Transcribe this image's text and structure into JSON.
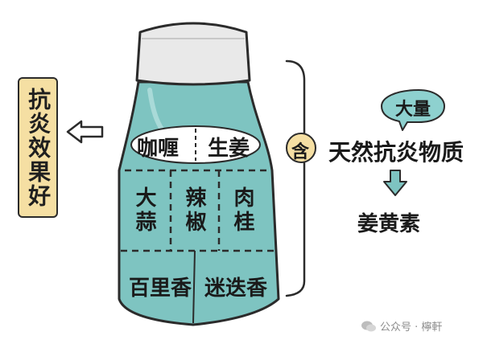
{
  "side_label": {
    "text": "抗炎效果好"
  },
  "bottle": {
    "top_left": "咖喱",
    "top_right": "生姜",
    "middle": [
      "大蒜",
      "辣椒",
      "肉桂"
    ],
    "bottom_left": "百里香",
    "bottom_right": "迷迭香"
  },
  "badge": "含",
  "bubble": "大量",
  "compound": "天然抗炎物质",
  "result": "姜黄素",
  "watermark": "公众号 · 檸軒",
  "colors": {
    "teal": "#7ec4c1",
    "teal_dark": "#4a9a98",
    "cap": "#e9e9e9",
    "side_label_bg": "#f5dfa3",
    "badge_bg": "#f5dfa3",
    "bubble_bg": "#8ed1cf",
    "outline": "#2b2b2b"
  }
}
